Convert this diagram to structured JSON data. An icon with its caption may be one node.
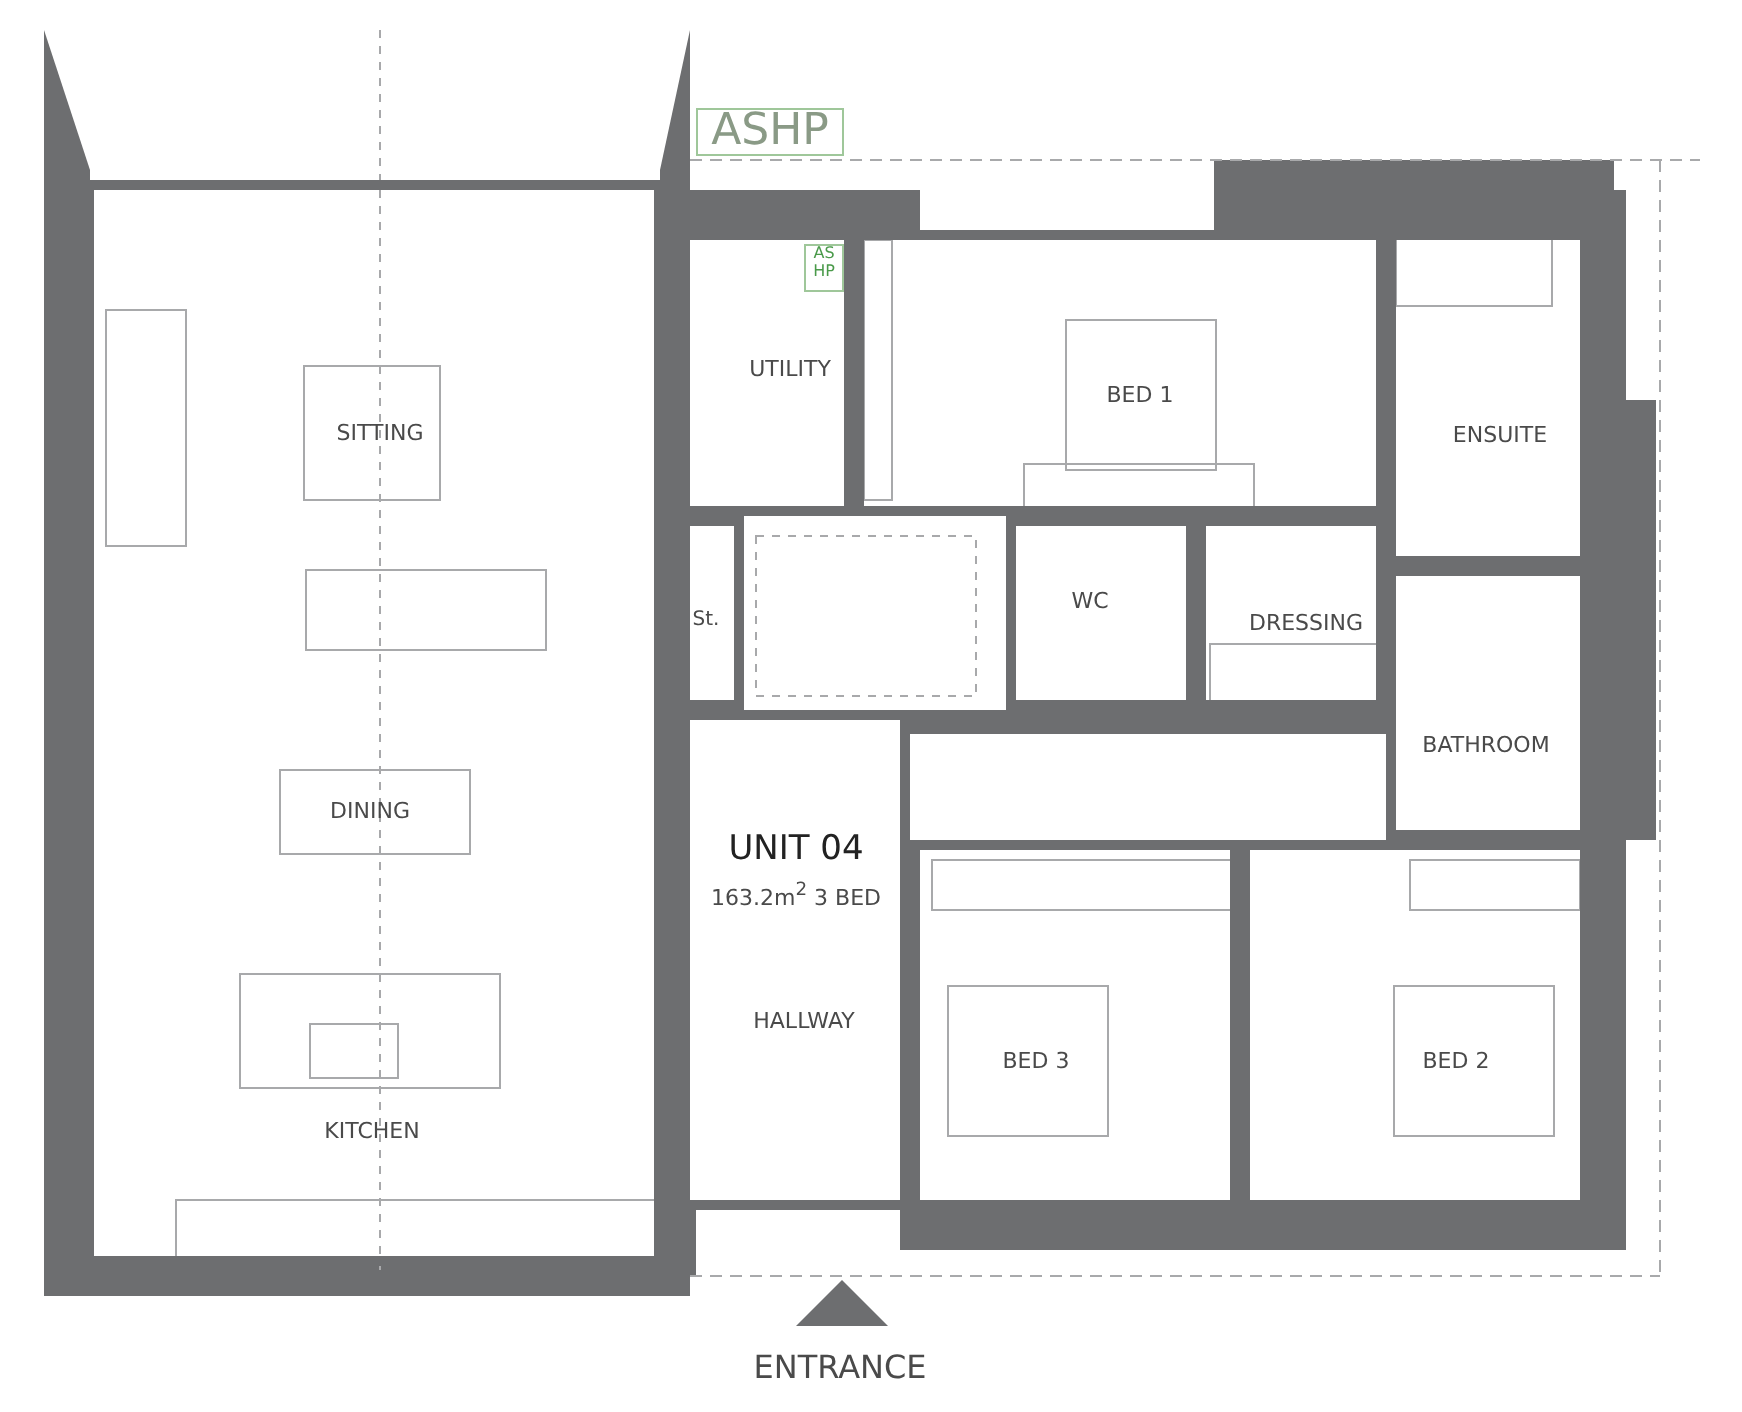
{
  "diagram": {
    "nodes": [
      {
        "text": [
          "SITTING",
          "DINING",
          "KITCHEN"
        ]
      },
      {
        "text": [
          "ASHP"
        ]
      },
      {
        "text": [
          "UTILITY"
        ]
      },
      {
        "text": [
          "AS HP"
        ],
        "in": 2
      },
      {
        "text": [
          "BED 1"
        ]
      },
      {
        "text": [
          "ENSUITE"
        ]
      },
      {
        "text": [
          "St."
        ]
      },
      {
        "text": [
          "WC"
        ]
      },
      {
        "text": [
          "DRESSING"
        ]
      },
      {
        "text": [
          "BATHROOM"
        ]
      },
      {
        "text": [
          "UNIT 04",
          "163.2m$^{2}$  3 BED",
          "HALLWAY"
        ]
      },
      {
        "text": [
          "BED 3"
        ]
      },
      {
        "text": [
          "BED 2"
        ]
      }
    ],
    "labels": [
      "ENTRANCE"
    ]
  }
}
